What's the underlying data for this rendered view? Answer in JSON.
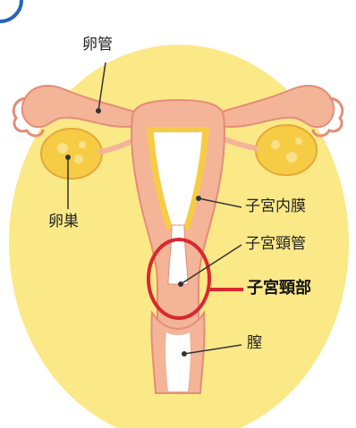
{
  "labels": {
    "fallopian_tube": "卵管",
    "ovary": "卵巣",
    "endometrium": "子宮内膜",
    "cervical_canal": "子宮頸管",
    "cervix": "子宮頸部",
    "vagina": "膣"
  },
  "colors": {
    "background_oval": "#fbe887",
    "tissue": "#f3b497",
    "tissue_outline": "#e48d78",
    "ovary_fill": "#f7cc45",
    "cavity": "#ffffff",
    "highlight_ring": "#d9282f",
    "leader_line": "#333333",
    "badge_border": "#2a62b6"
  }
}
